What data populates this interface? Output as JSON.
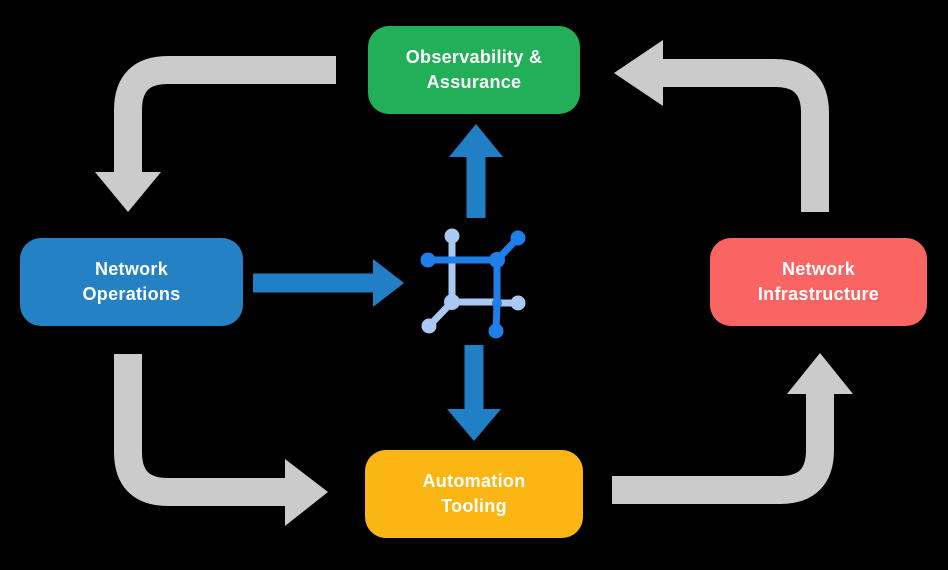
{
  "diagram": {
    "background_color": "#000000",
    "text_color": "#FFFFFF",
    "boxes": [
      {
        "id": "observability-assurance",
        "line1": "Observability &",
        "line2": "Assurance",
        "color": "#23AF58"
      },
      {
        "id": "network-operations",
        "line1": "Network",
        "line2": "Operations",
        "color": "#2381C4"
      },
      {
        "id": "network-infrastructure",
        "line1": "Network",
        "line2": "Infrastructure",
        "color": "#FA6462"
      },
      {
        "id": "automation-tooling",
        "line1": "Automation",
        "line2": "Tooling",
        "color": "#FBB614"
      }
    ],
    "cycle_arrows": {
      "color": "#CBCBCB",
      "flows": [
        {
          "from": "observability-assurance",
          "to": "network-operations"
        },
        {
          "from": "network-operations",
          "to": "automation-tooling"
        },
        {
          "from": "automation-tooling",
          "to": "network-infrastructure"
        },
        {
          "from": "network-infrastructure",
          "to": "observability-assurance"
        }
      ]
    },
    "hub_arrows": {
      "color": "#2180C5",
      "flows": [
        {
          "from": "network-operations",
          "to": "hub-icon"
        },
        {
          "from": "hub-icon",
          "to": "observability-assurance"
        },
        {
          "from": "hub-icon",
          "to": "automation-tooling"
        }
      ]
    },
    "hub_icon": {
      "name": "network-mesh-icon",
      "dark_blue": "#1F7FE8",
      "light_blue": "#A9C8F2"
    }
  }
}
